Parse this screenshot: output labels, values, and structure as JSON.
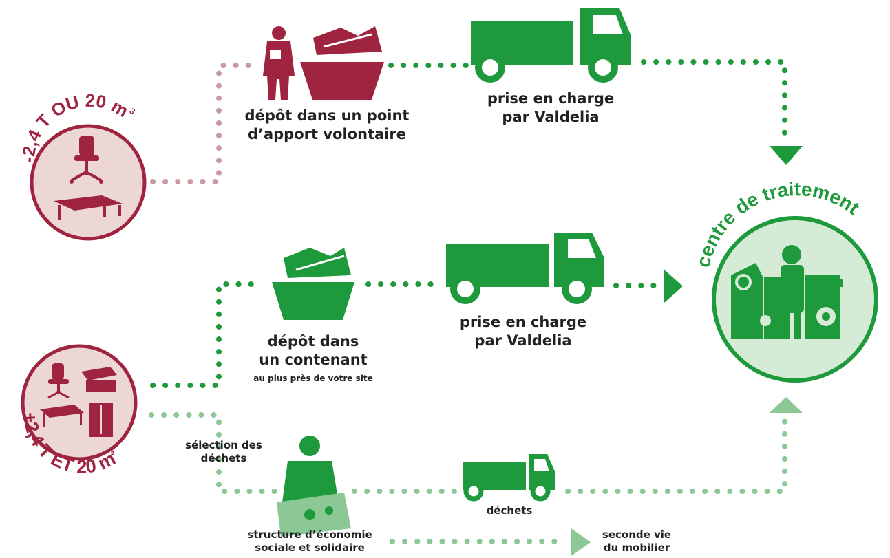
{
  "colors": {
    "burgundy": "#9e2440",
    "burgundy_light": "#c99aa0",
    "circle_fill_burgundy": "#ecd6d6",
    "green": "#1e9a3c",
    "green_light": "#8cc896",
    "circle_fill_green": "#d6ebd6"
  },
  "small_volume": {
    "arc_label": "-2,4 T OU 20 m",
    "arc_sup": "3",
    "icons": [
      "office-chair-icon",
      "desk-icon"
    ]
  },
  "large_volume": {
    "arc_label": "+2,4 T ET 20 m",
    "arc_sup": "3",
    "icons": [
      "office-chair-icon",
      "counter-icon",
      "desk-icon",
      "cabinet-icon"
    ]
  },
  "treatment": {
    "arc_label": "centre de traitement",
    "icons": [
      "factory-worker-icon",
      "gear-icon"
    ]
  },
  "steps": {
    "voluntary_dropoff": {
      "line1": "dépôt dans un point",
      "line2": "d’apport volontaire"
    },
    "pickup_top": {
      "line1": "prise en charge",
      "line2": "par Valdelia"
    },
    "container_dropoff": {
      "line1": "dépôt dans",
      "line2": "un contenant",
      "note": "au plus près de votre site"
    },
    "pickup_middle": {
      "line1": "prise en charge",
      "line2": "par Valdelia"
    },
    "waste_selection": {
      "line1": "sélection des",
      "line2": "déchets"
    },
    "ess": {
      "line1": "structure d’économie",
      "line2": "sociale et solidaire"
    },
    "waste": {
      "label": "déchets"
    },
    "second_life": {
      "line1": "seconde vie",
      "line2": "du mobilier"
    }
  }
}
